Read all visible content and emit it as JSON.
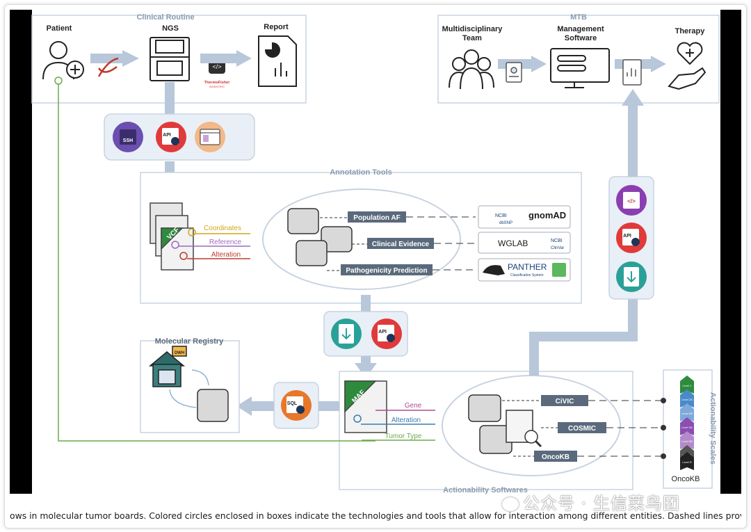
{
  "sections": {
    "clinical_routine": "Clinical Routine",
    "mtb": "MTB",
    "annotation_tools": "Annotation Tools",
    "molecular_registry": "Molecular Registry",
    "actionability_softwares": "Actionability Softwares",
    "actionability_scales": "Actionability Scales"
  },
  "clinical": {
    "patient": "Patient",
    "ngs": "NGS",
    "report": "Report",
    "thermo_line1": "ThermoFisher",
    "thermo_line2": "SCIENTIFIC"
  },
  "mtb": {
    "team_line1": "Multidisciplinary",
    "team_line2": "Team",
    "software_line1": "Management",
    "software_line2": "Software",
    "therapy": "Therapy"
  },
  "tool_icons": {
    "ssh": "SSH",
    "api": "API",
    "sql": "SQL",
    "dwh": "DWH",
    "vcf": "VCF",
    "maf": "MAF"
  },
  "vcf_fields": {
    "coordinates": "Coordinates",
    "reference": "Reference",
    "alteration": "Alteration"
  },
  "maf_fields": {
    "gene": "Gene",
    "alteration": "Alteration",
    "tumor_type": "Tumor Type"
  },
  "annotation_labels": {
    "population_af": "Population AF",
    "clinical_evidence": "Clinical Evidence",
    "pathogenicity": "Pathogenicity Prediction"
  },
  "annotation_sources": {
    "ncbi": "NCBI",
    "dbsnp": "dbSNP",
    "gnomad": "gnomAD",
    "wglab": "WGLAB",
    "clinvar": "ClinVar",
    "panther": "PANTHER",
    "panther_sub": "Classification System"
  },
  "actionability_labels": {
    "civic": "CiVIC",
    "cosmic": "COSMIC",
    "oncokb": "OncoKB"
  },
  "scales": {
    "levels": [
      "Level 1",
      "Level 2A",
      "Level 2B",
      "Level 3A",
      "Level 3B",
      "Level 4",
      "Level R"
    ],
    "oncokb": "OncoKB"
  },
  "caption": "ows in molecular tumor boards. Colored circles enclosed in boxes indicate the technologies and tools that allow for interaction among different entities. Dashed lines provide more details c",
  "watermark": "公众号 · 生信菜鸟团",
  "colors": {
    "arrow": "#b8c7da",
    "box_border": "#c8d3e0",
    "label_box": "#5a6a7c",
    "coordinates": "#d2a619",
    "reference": "#9b6bbf",
    "alteration_vcf": "#c0392b",
    "gene": "#b04a8f",
    "alteration_maf": "#3a7ab0",
    "tumor_type": "#6aaa4c",
    "api_red": "#e03a3a",
    "ssh_purple": "#6a4fb0",
    "download_teal": "#2aa198",
    "sql_orange": "#e8772a"
  }
}
